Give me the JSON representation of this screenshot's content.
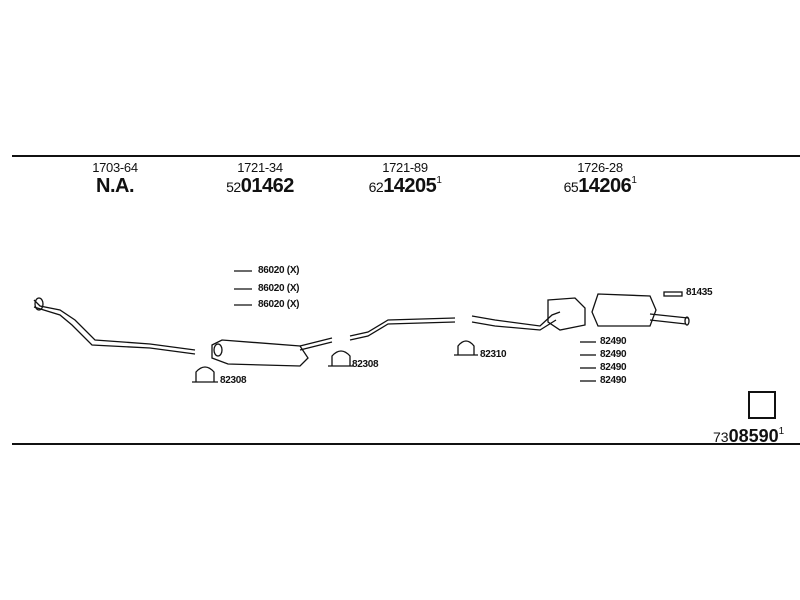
{
  "columns": [
    {
      "part_no": "1703-64",
      "code": "N.A.",
      "pre": "",
      "suf": ""
    },
    {
      "part_no": "1721-34",
      "code": "01462",
      "pre": "52",
      "suf": ""
    },
    {
      "part_no": "1721-89",
      "code": "14205",
      "pre": "62",
      "suf": "1"
    },
    {
      "part_no": "1726-28",
      "code": "14206",
      "pre": "65",
      "suf": "1"
    }
  ],
  "labels": {
    "hanger_1": "86020 (X)",
    "hanger_2": "86020 (X)",
    "hanger_3": "86020 (X)",
    "clamp_a": "82308",
    "clamp_b": "82308",
    "clamp_c": "82310",
    "rubber_1": "81435",
    "bracket_1": "82490",
    "bracket_2": "82490",
    "bracket_3": "82490",
    "bracket_4": "82490"
  },
  "reference": {
    "pre": "73",
    "code": "08590",
    "suf": "1"
  }
}
